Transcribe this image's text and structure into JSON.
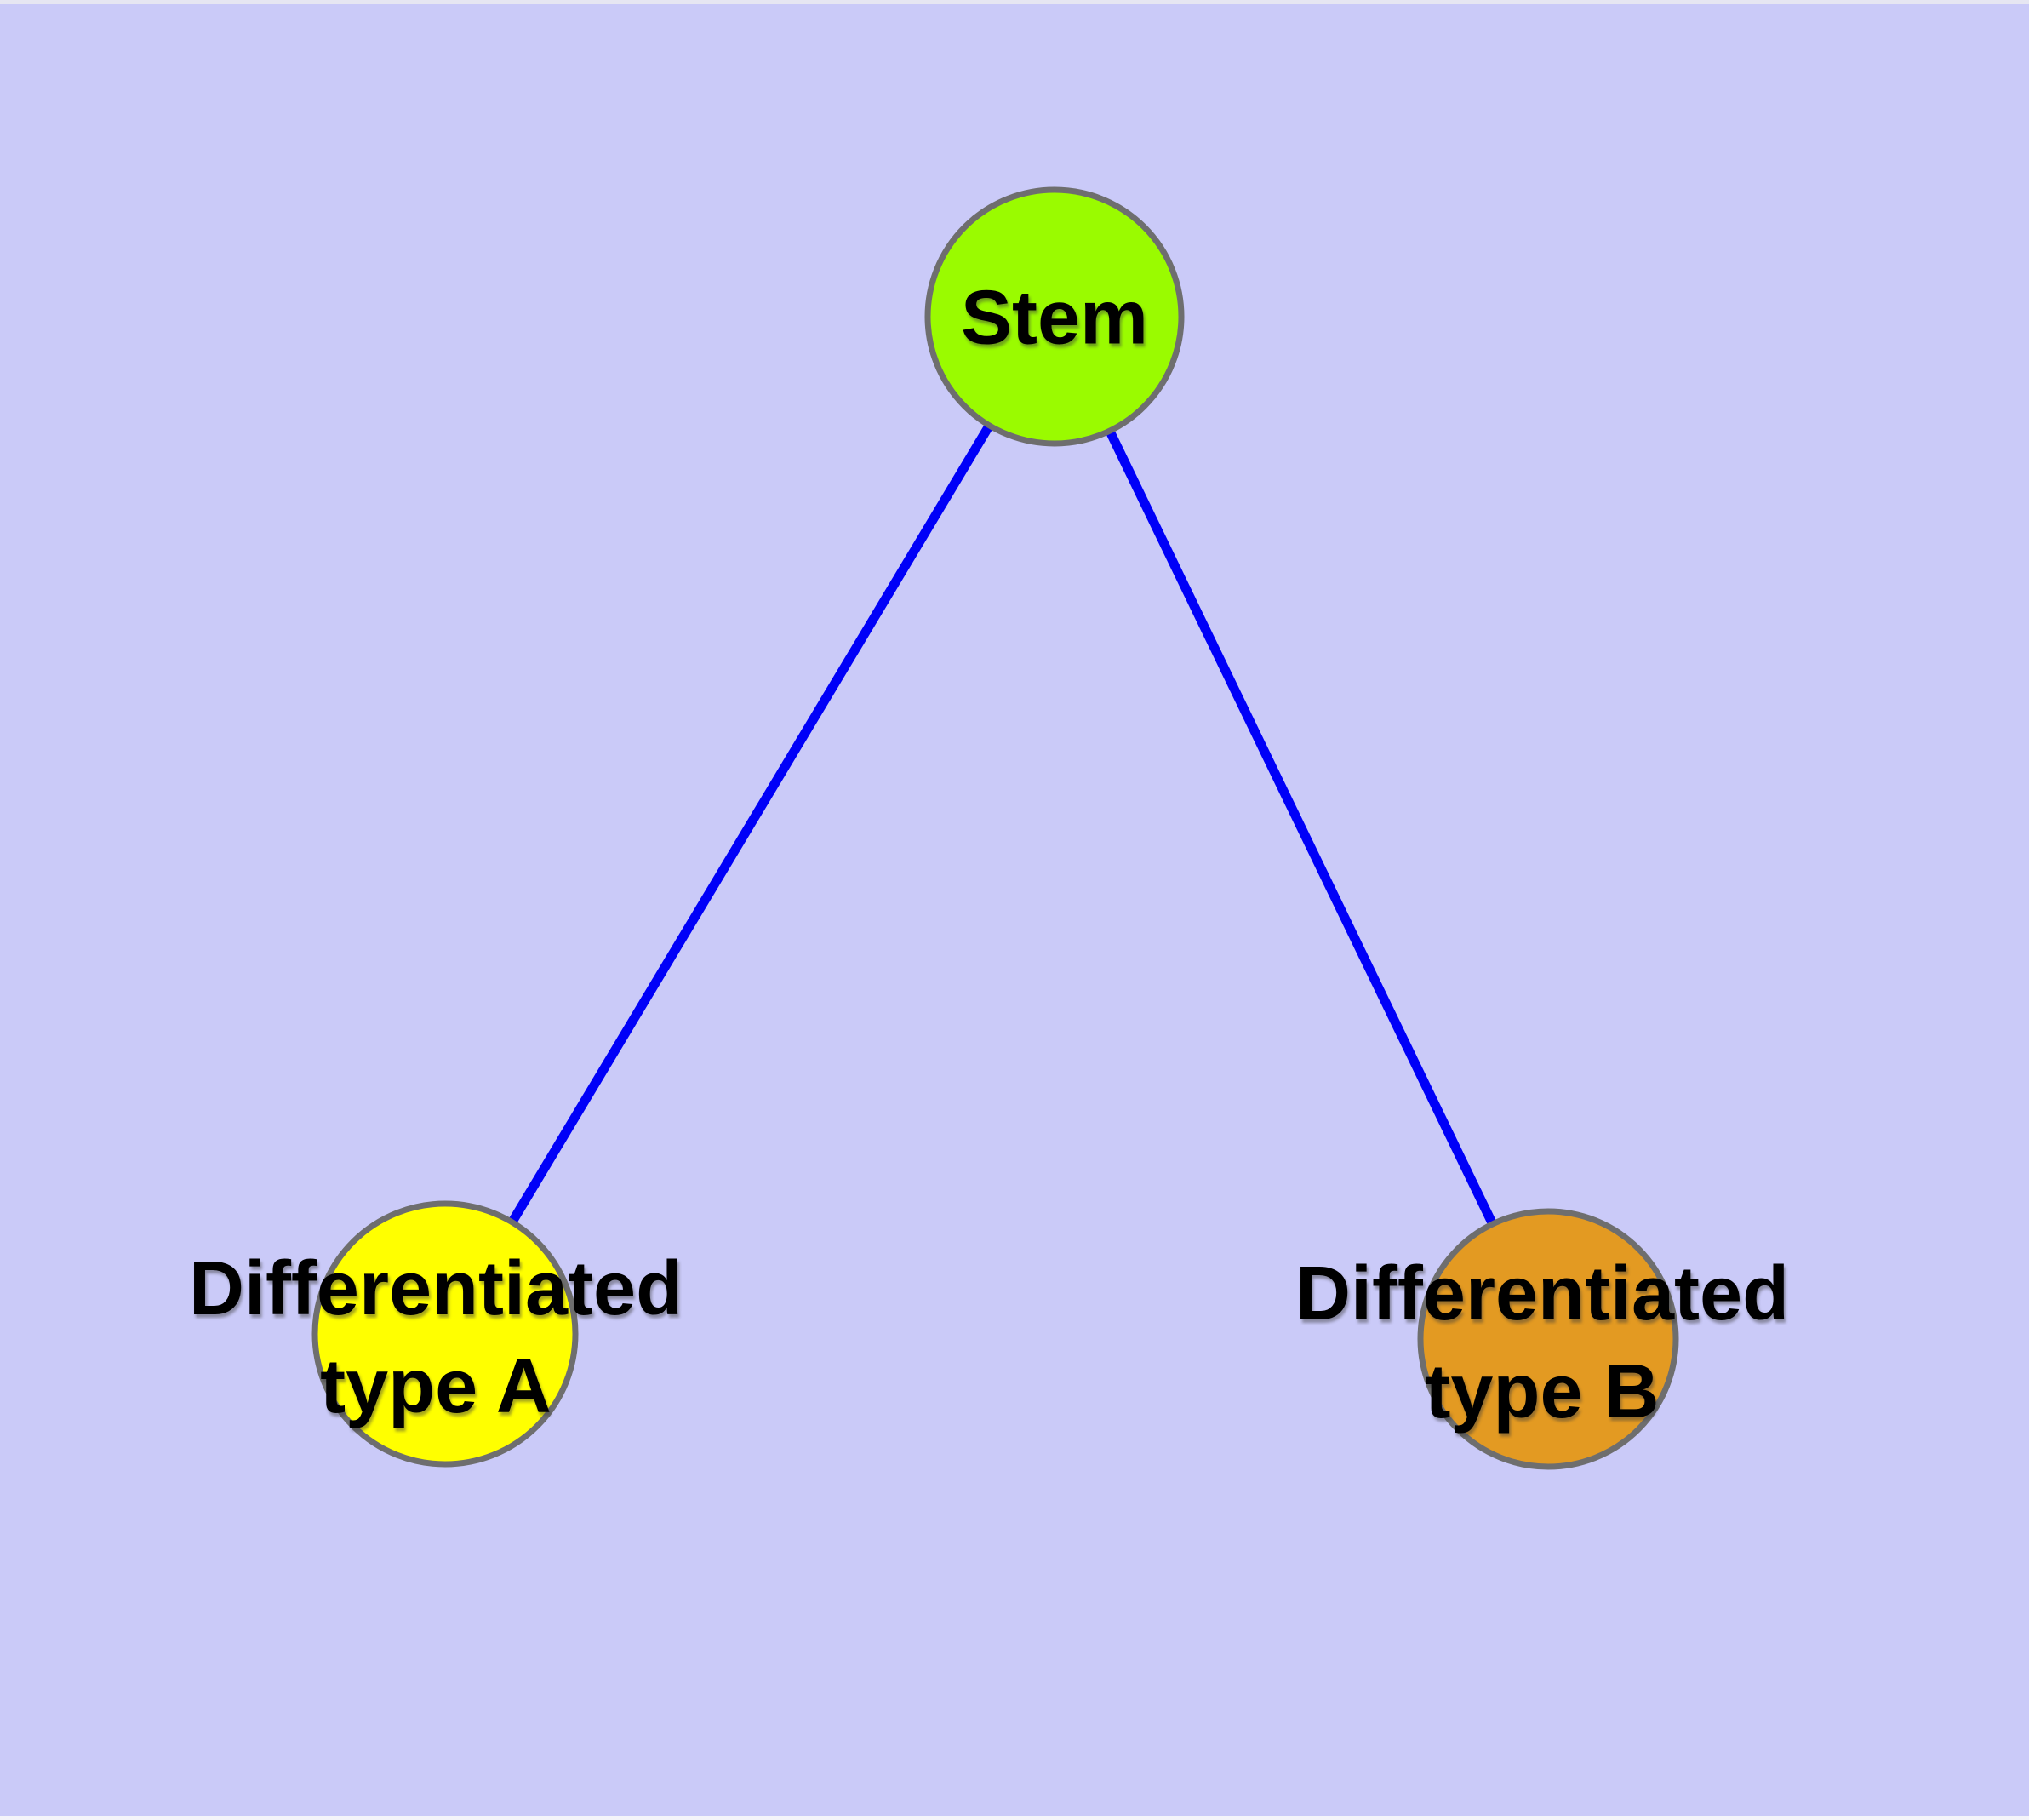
{
  "canvas": {
    "background": "#CACAF8",
    "top_edge_strip": "#E6E6F2",
    "bottom_edge_strip": "#F4F4FA"
  },
  "diagram": {
    "type": "graph",
    "text_color": "#000000",
    "node_border_color": "#6E6E6E",
    "edge_color": "#0000F8",
    "nodes": [
      {
        "id": "stem",
        "label": "Stem",
        "fill": "#9AFB00",
        "border": "#6E6E6E"
      },
      {
        "id": "differentiated-type-a",
        "label": "Differentiated type A",
        "lines": [
          "Differentiated",
          "type A"
        ],
        "fill": "#FFFF00",
        "border": "#6E6E6E"
      },
      {
        "id": "differentiated-type-b",
        "label": "Differentiated type B",
        "lines": [
          "Differentiated",
          "type B"
        ],
        "fill": "#E39A22",
        "border": "#6E6E6E"
      }
    ],
    "edges": [
      {
        "from": "stem",
        "to": "differentiated-type-a",
        "color": "#0000F8"
      },
      {
        "from": "stem",
        "to": "differentiated-type-b",
        "color": "#0000F8"
      }
    ]
  }
}
